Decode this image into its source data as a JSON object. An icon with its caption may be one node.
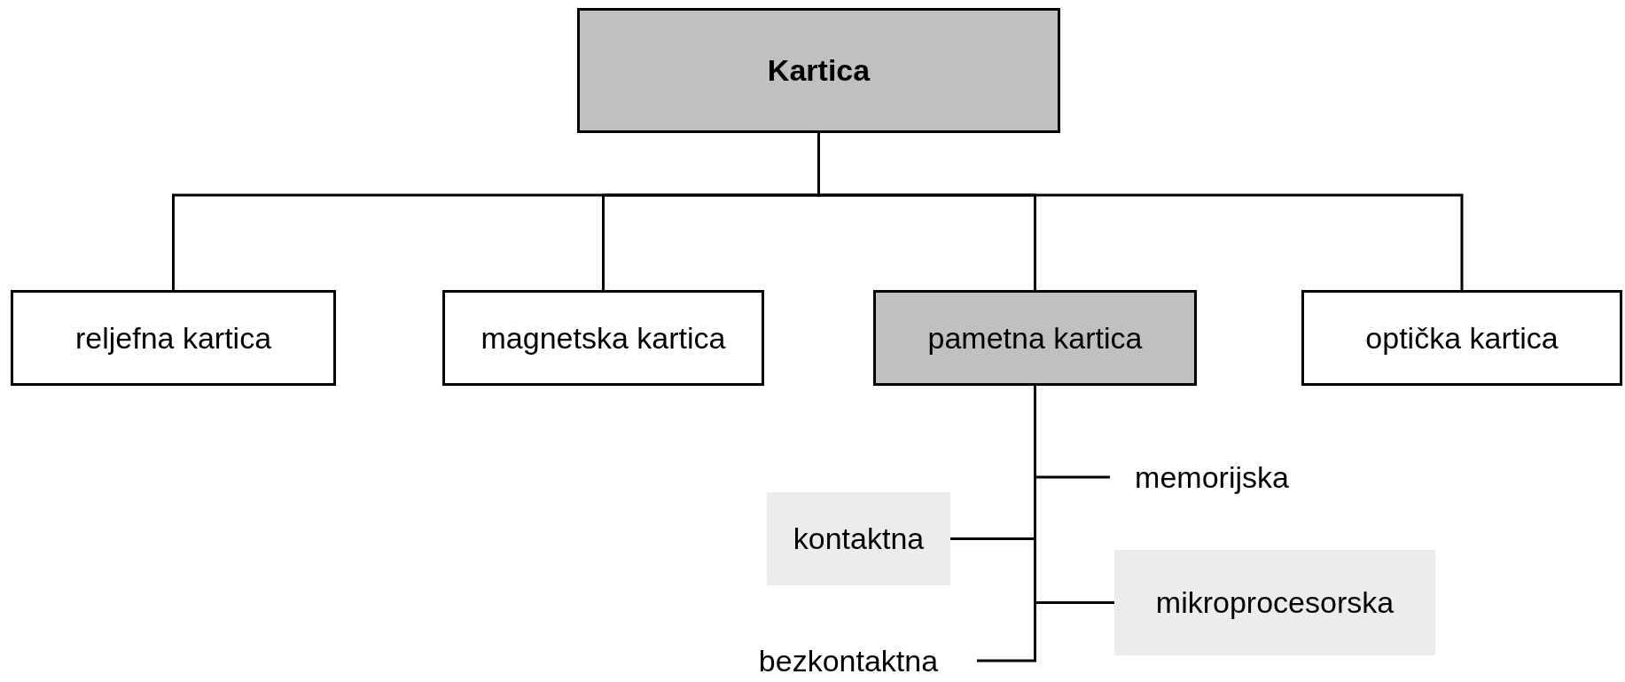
{
  "diagram": {
    "nodes": [
      {
        "text": [
          "Kartica"
        ]
      },
      {
        "text": [
          "reljefna kartica"
        ]
      },
      {
        "text": [
          "magnetska kartica"
        ]
      },
      {
        "text": [
          "pametna kartica"
        ]
      },
      {
        "text": [
          "optička kartica"
        ]
      },
      {
        "text": [
          "memorijska"
        ]
      },
      {
        "text": [
          "kontaktna"
        ]
      },
      {
        "text": [
          "mikroprocesorska"
        ]
      },
      {
        "text": [
          "bezkontaktna"
        ]
      }
    ],
    "edges": [
      {
        "from": 0,
        "to": 1,
        "arrow": "none"
      },
      {
        "from": 0,
        "to": 2,
        "arrow": "none"
      },
      {
        "from": 0,
        "to": 3,
        "arrow": "none"
      },
      {
        "from": 0,
        "to": 4,
        "arrow": "none"
      },
      {
        "from": 3,
        "to": 5,
        "arrow": "none"
      },
      {
        "from": 3,
        "to": 6,
        "arrow": "none"
      },
      {
        "from": 3,
        "to": 7,
        "arrow": "none"
      },
      {
        "from": 3,
        "to": 8,
        "arrow": "none"
      }
    ]
  }
}
